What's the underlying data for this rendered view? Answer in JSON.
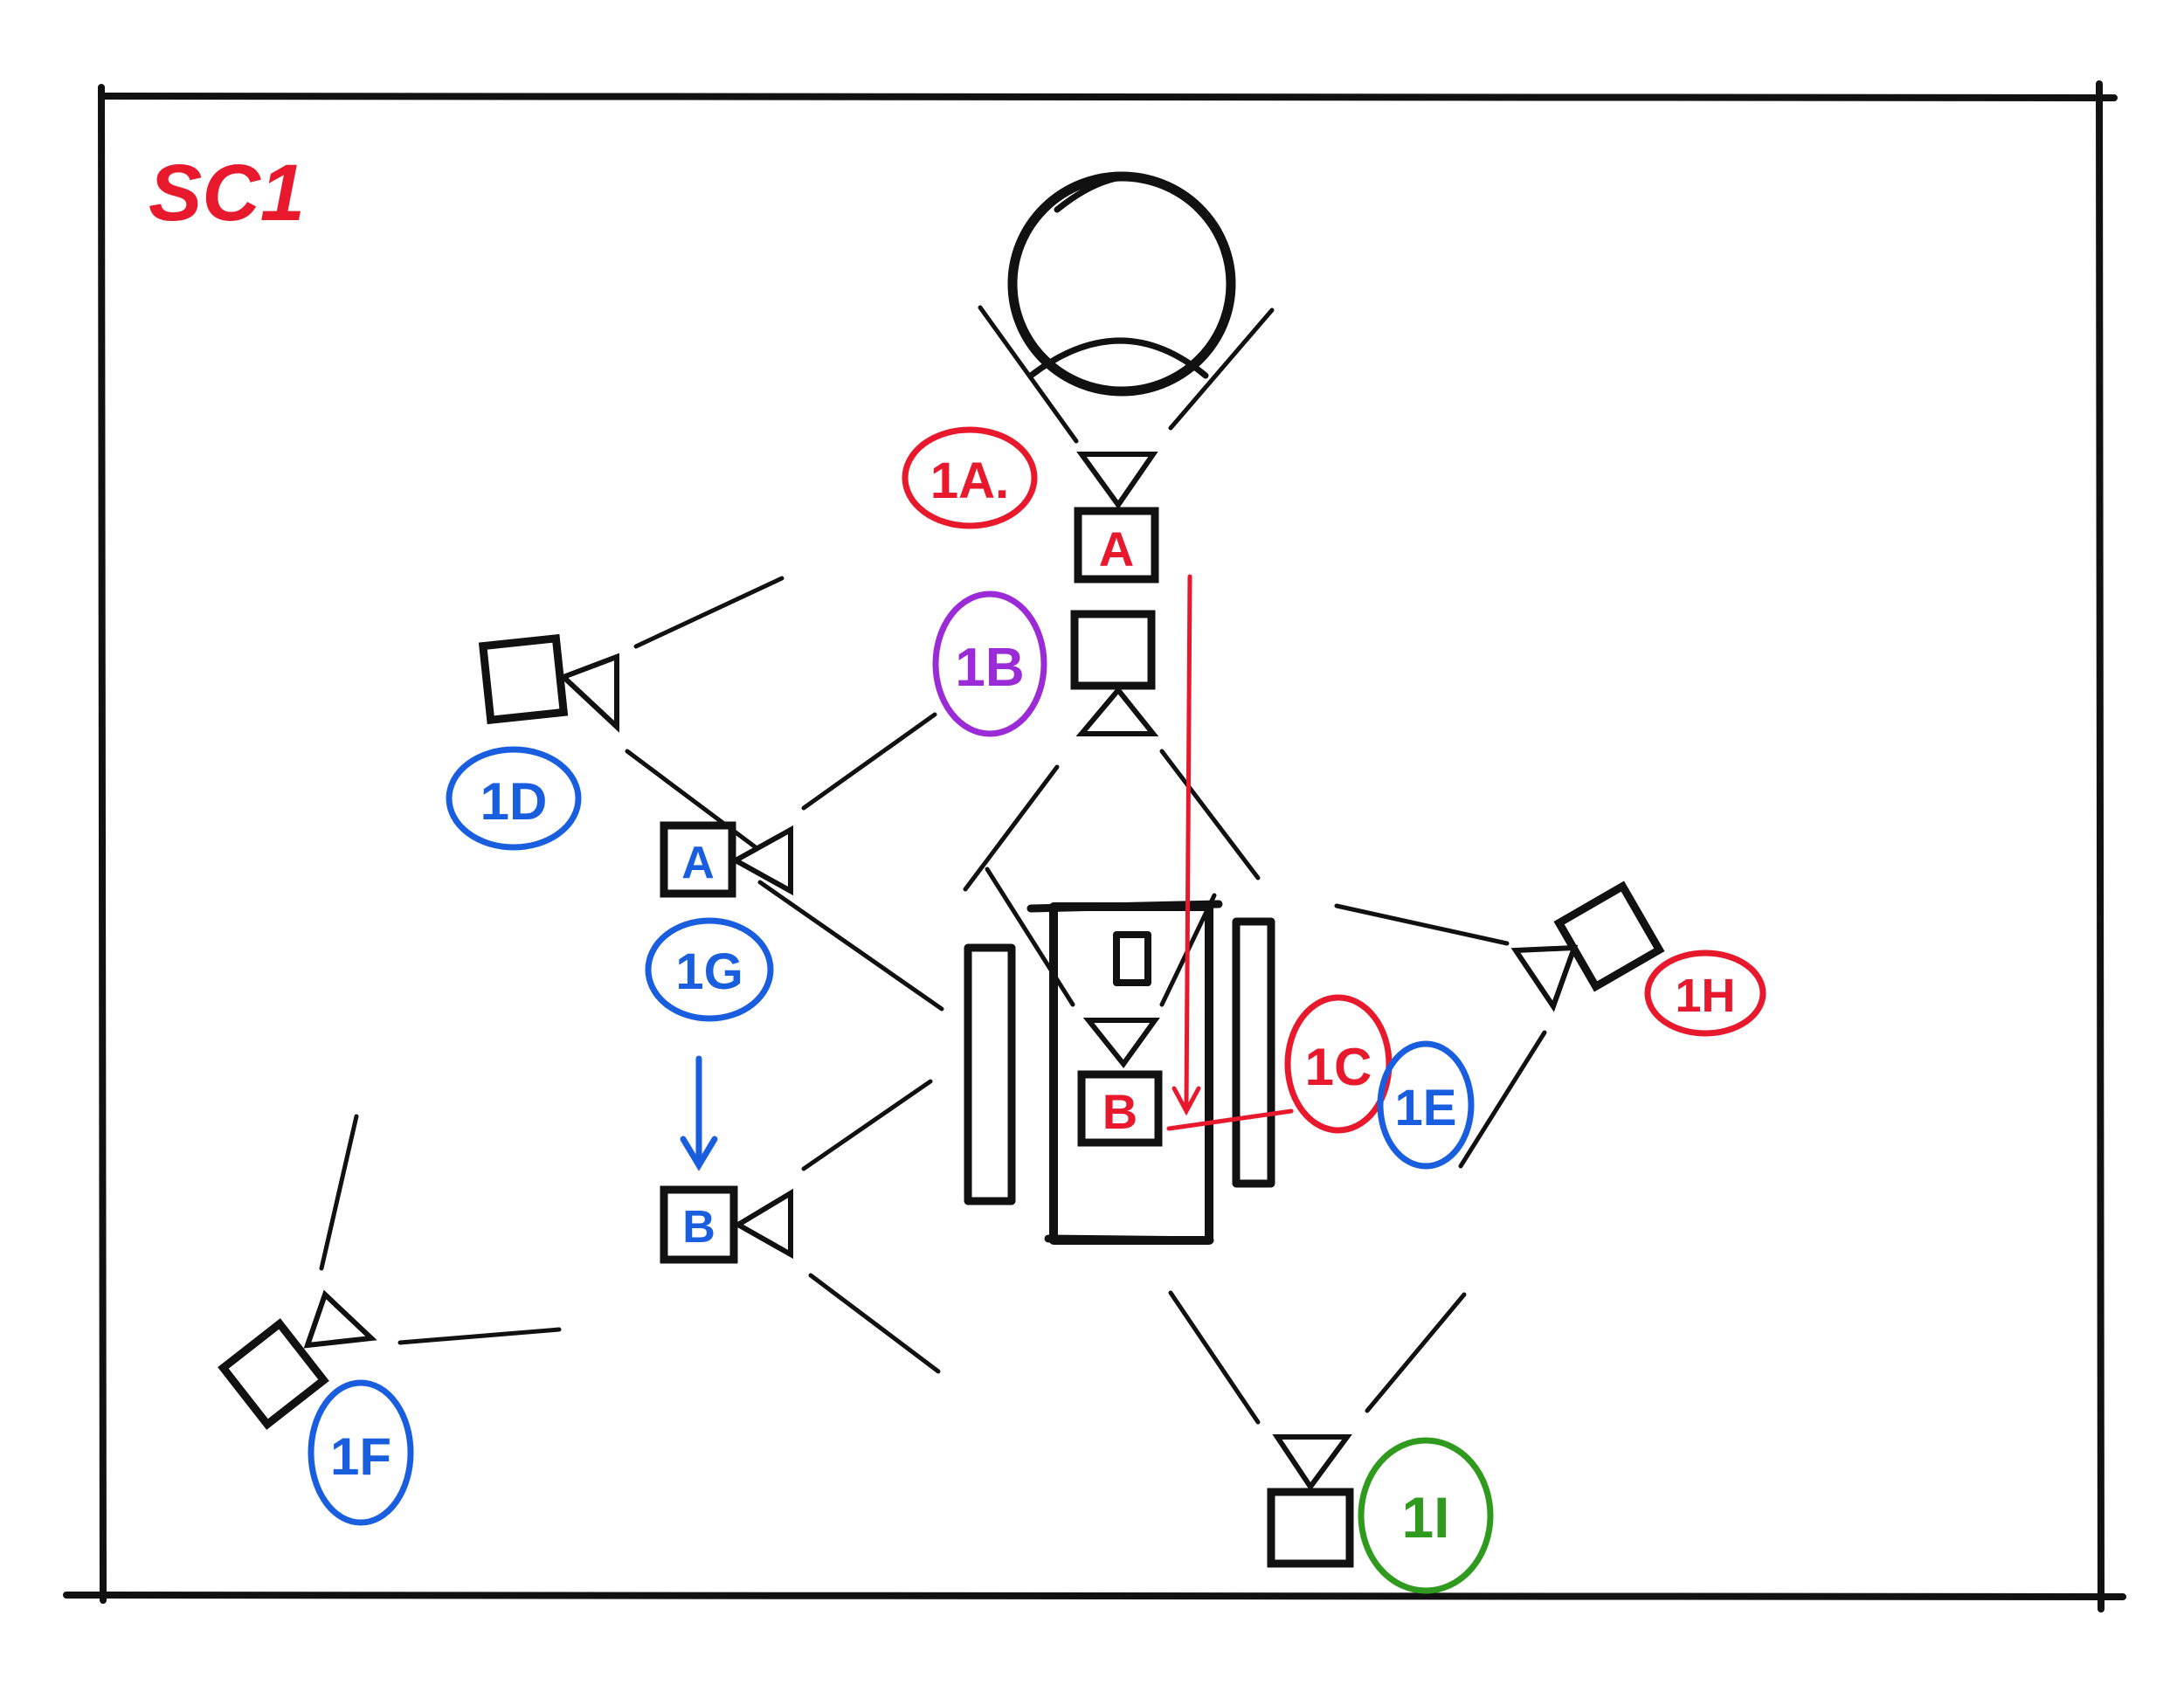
{
  "scene": {
    "label": "SC1",
    "label_color": "#e8192c"
  },
  "colors": {
    "ink": "#111111",
    "red": "#e8192c",
    "blue": "#1a5ee0",
    "purple": "#9b2bd6",
    "green": "#2f9a1e"
  },
  "cameras": [
    {
      "id": "1A",
      "tag": "1A.",
      "color": "#e8192c",
      "body_letter": "A",
      "body_letter_color": "#e8192c"
    },
    {
      "id": "1B",
      "tag": "1B",
      "color": "#9b2bd6",
      "body_letter": "",
      "body_letter_color": ""
    },
    {
      "id": "1C",
      "tag": "1C",
      "color": "#e8192c",
      "body_letter": "B",
      "body_letter_color": "#e8192c"
    },
    {
      "id": "1D",
      "tag": "1D",
      "color": "#1a5ee0",
      "body_letter": "",
      "body_letter_color": ""
    },
    {
      "id": "1E",
      "tag": "1E",
      "color": "#1a5ee0",
      "body_letter": "",
      "body_letter_color": ""
    },
    {
      "id": "1F",
      "tag": "1F",
      "color": "#1a5ee0",
      "body_letter": "",
      "body_letter_color": ""
    },
    {
      "id": "1G",
      "tag": "1G",
      "color": "#1a5ee0",
      "body_letter_a": "A",
      "body_letter_b": "B",
      "body_letter_color": "#1a5ee0"
    },
    {
      "id": "1H",
      "tag": "1H",
      "color": "#e8192c",
      "body_letter": "",
      "body_letter_color": ""
    },
    {
      "id": "1I",
      "tag": "1I",
      "color": "#2f9a1e",
      "body_letter": "",
      "body_letter_color": ""
    }
  ],
  "moves": [
    {
      "name": "1A-dolly-to-1C",
      "color": "#e8192c",
      "from": "A",
      "to": "B"
    },
    {
      "name": "1G-dolly-A-to-B",
      "color": "#1a5ee0",
      "from": "A",
      "to": "B"
    }
  ],
  "subjects": [
    {
      "name": "overhead-figure",
      "icon": "head-top-view-icon"
    },
    {
      "name": "set-piece",
      "icon": "table-with-pillars-icon"
    }
  ]
}
